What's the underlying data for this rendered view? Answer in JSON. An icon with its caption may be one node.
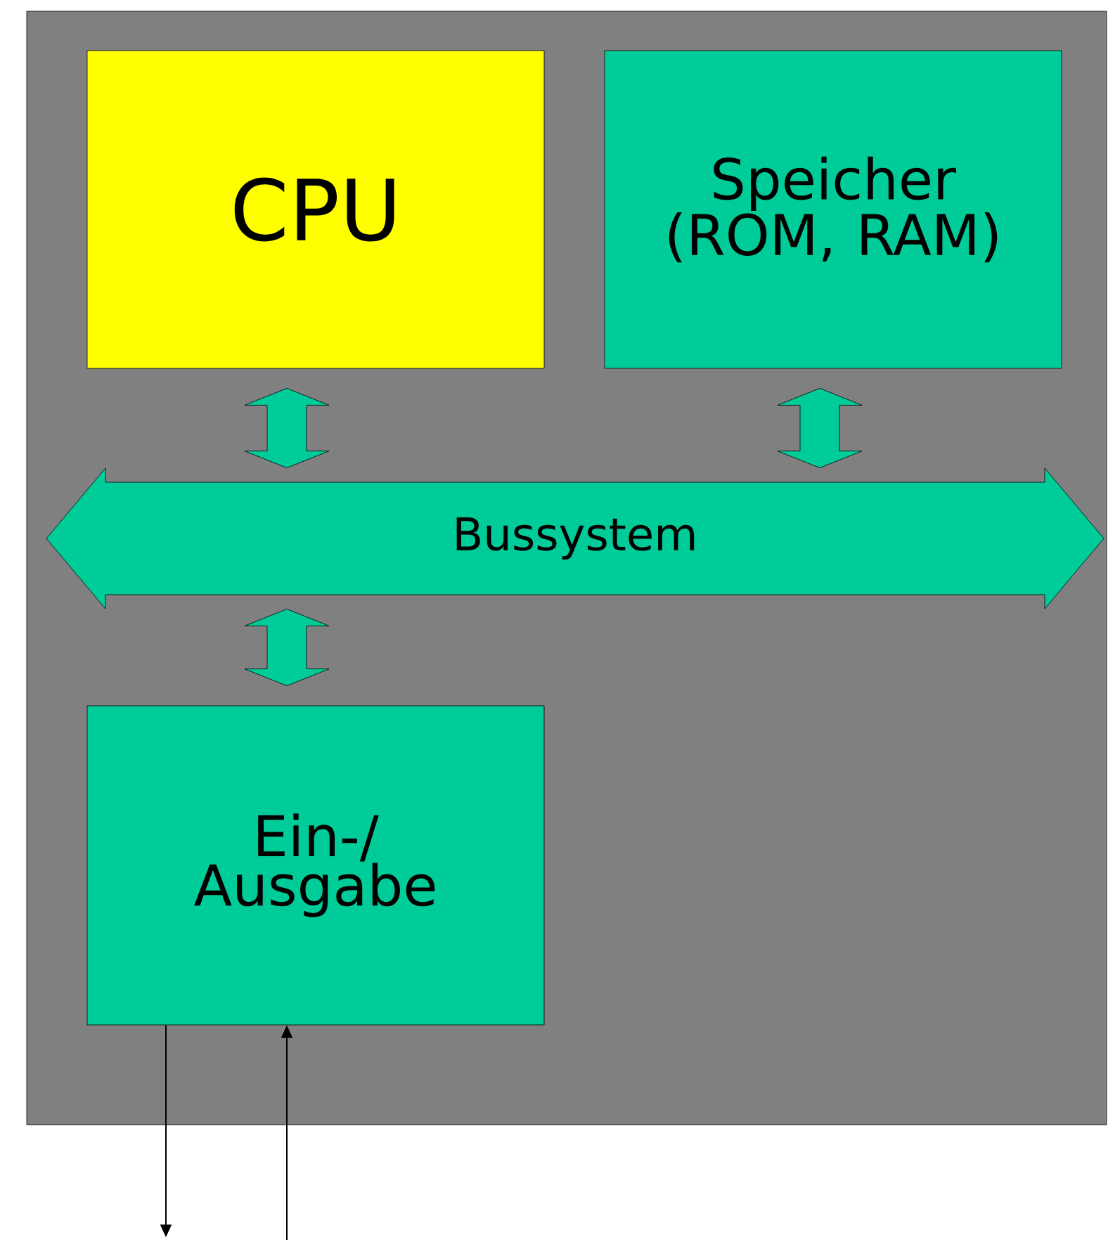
{
  "diagram": {
    "nodes": [
      {
        "text": [
          "CPU"
        ]
      },
      {
        "text": [
          "Speicher (ROM, RAM)"
        ]
      },
      {
        "text": [
          "Bussystem"
        ]
      },
      {
        "text": [
          "Ein-/ Ausgabe"
        ]
      }
    ],
    "edges": [
      {
        "from": 0,
        "to": 2,
        "arrow": "both",
        "style": "thick",
        "color": "#00cc99"
      },
      {
        "from": 1,
        "to": 2,
        "arrow": "both",
        "style": "thick",
        "color": "#00cc99"
      },
      {
        "from": 2,
        "to": 3,
        "arrow": "both",
        "style": "thick",
        "color": "#00cc99"
      },
      {
        "from": 3,
        "to": null,
        "arrow": "to"
      },
      {
        "from": null,
        "to": 3,
        "arrow": "to"
      }
    ]
  }
}
